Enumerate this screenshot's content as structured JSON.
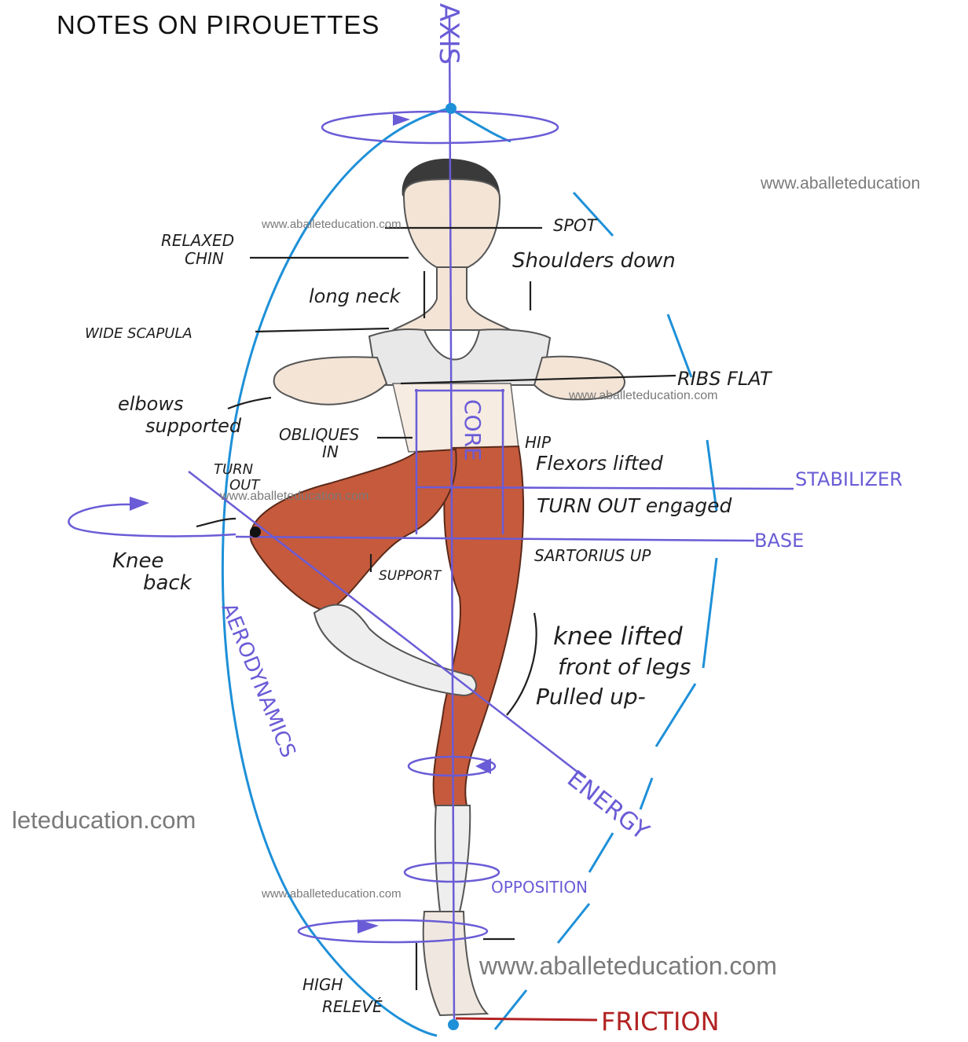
{
  "title": "NOTES ON PIROUETTES",
  "labels": {
    "axis": "AXIS",
    "spot": "SPOT",
    "relaxed_chin": [
      "RELAXED",
      "CHIN"
    ],
    "shoulders_down": "Shoulders down",
    "long_neck": "long neck",
    "wide_scapula": "WIDE SCAPULA",
    "ribs_flat": "RIBS FLAT",
    "elbows_supported": [
      "elbows",
      "supported"
    ],
    "obliques_in": [
      "OBLIQUES",
      "IN"
    ],
    "core": "CORE",
    "hip_flexors": [
      "HIP",
      "Flexors lifted"
    ],
    "turn_out_left": [
      "TURN",
      "OUT"
    ],
    "stabilizer": "STABILIZER",
    "turn_out_engaged": "TURN OUT engaged",
    "base": "BASE",
    "knee_back": [
      "Knee",
      "back"
    ],
    "support": "SUPPORT",
    "sartorius_up": "SARTORIUS UP",
    "knee_lifted": [
      "knee lifted",
      "front of legs",
      "Pulled up-"
    ],
    "aerodynamics": "AERODYNAMICS",
    "energy": "ENERGY",
    "opposition": "OPPOSITION",
    "high_releve": [
      "HIGH",
      "RELEVÉ"
    ],
    "friction": "FRICTION"
  },
  "watermarks": {
    "w1": "www.aballeteducation",
    "w2": "www.aballeteducation.com",
    "w3": "www.aballeteducation.com",
    "w4": "www.aballeteducation.com",
    "w5": "leteducation.com",
    "w6": "www.aballeteducation.com",
    "w7": "www.aballeteducation.com"
  },
  "colors": {
    "blue": "#1e90d8",
    "purple": "#6a5cd6",
    "tights": "#c65a3c",
    "friction": "#b22222"
  }
}
